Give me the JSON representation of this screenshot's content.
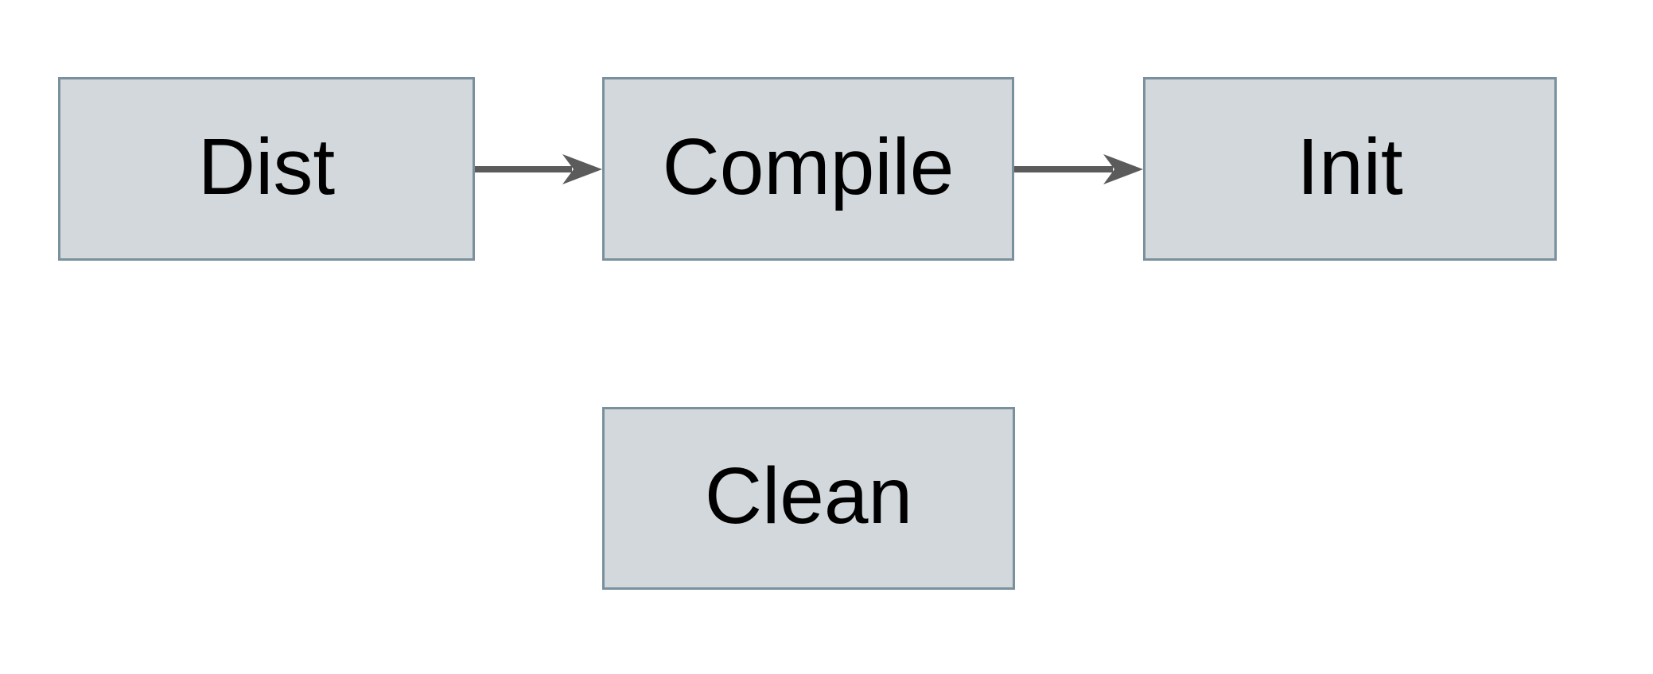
{
  "diagram": {
    "type": "flowchart",
    "background": "#ffffff",
    "nodes": [
      {
        "id": "dist",
        "label": "Dist"
      },
      {
        "id": "compile",
        "label": "Compile"
      },
      {
        "id": "init",
        "label": "Init"
      },
      {
        "id": "clean",
        "label": "Clean"
      }
    ],
    "edges": [
      {
        "from": "dist",
        "to": "compile",
        "direction": "right"
      },
      {
        "from": "compile",
        "to": "init",
        "direction": "right"
      }
    ]
  },
  "style": {
    "node_fill": "#d2d8db",
    "node_border": "#7a919d",
    "text_color": "#000000",
    "arrow_color": "#5b5b5b"
  }
}
